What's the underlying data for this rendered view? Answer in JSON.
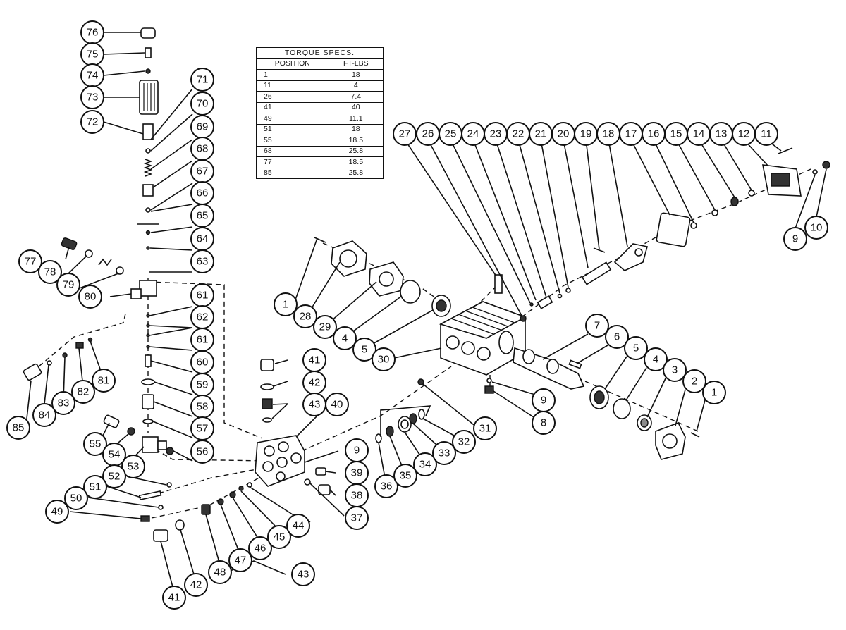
{
  "torque_table": {
    "title": "TORQUE SPECS.",
    "headers": [
      "POSITION",
      "FT-LBS"
    ],
    "rows": [
      [
        "1",
        "18"
      ],
      [
        "11",
        "4"
      ],
      [
        "26",
        "7.4"
      ],
      [
        "41",
        "40"
      ],
      [
        "49",
        "11.1"
      ],
      [
        "51",
        "18"
      ],
      [
        "55",
        "18.5"
      ],
      [
        "68",
        "25.8"
      ],
      [
        "77",
        "18.5"
      ],
      [
        "85",
        "25.8"
      ]
    ]
  },
  "callouts": {
    "c76": "76",
    "c75": "75",
    "c74": "74",
    "c73": "73",
    "c72": "72",
    "c71": "71",
    "c70": "70",
    "c69": "69",
    "c68": "68",
    "c67": "67",
    "c66": "66",
    "c65": "65",
    "c64": "64",
    "c63": "63",
    "c61a": "61",
    "c62": "62",
    "c61b": "61",
    "c60": "60",
    "c59": "59",
    "c58": "58",
    "c57": "57",
    "c56": "56",
    "c77": "77",
    "c78": "78",
    "c79": "79",
    "c80": "80",
    "c85": "85",
    "c84": "84",
    "c83": "83",
    "c82": "82",
    "c81": "81",
    "c55": "55",
    "c54": "54",
    "c53": "53",
    "c52": "52",
    "c51": "51",
    "c50": "50",
    "c49": "49",
    "c41a": "41",
    "c42a": "42",
    "c43a": "43",
    "c40": "40",
    "c41b": "41",
    "c42b": "42",
    "c48": "48",
    "c47": "47",
    "c46": "46",
    "c45": "45",
    "c44": "44",
    "c43b": "43",
    "c9a": "9",
    "c39": "39",
    "c38": "38",
    "c37": "37",
    "c36": "36",
    "c35": "35",
    "c34": "34",
    "c33": "33",
    "c32": "32",
    "c31": "31",
    "c1a": "1",
    "c28": "28",
    "c29": "29",
    "c4a": "4",
    "c5a": "5",
    "c30": "30",
    "c27": "27",
    "c26": "26",
    "c25": "25",
    "c24": "24",
    "c23": "23",
    "c22": "22",
    "c21": "21",
    "c20": "20",
    "c19": "19",
    "c18": "18",
    "c17": "17",
    "c16": "16",
    "c15": "15",
    "c14": "14",
    "c13": "13",
    "c12": "12",
    "c11": "11",
    "c10": "10",
    "c9b": "9",
    "c9c": "9",
    "c8": "8",
    "c7": "7",
    "c6": "6",
    "c5b": "5",
    "c4b": "4",
    "c3": "3",
    "c2": "2",
    "c1b": "1"
  }
}
